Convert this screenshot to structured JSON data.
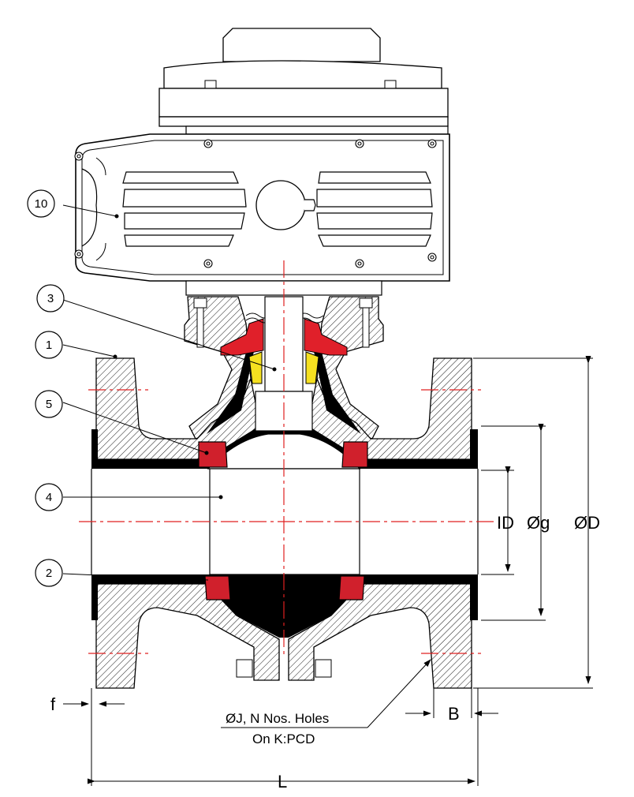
{
  "balloons": [
    {
      "id": "b10",
      "label": "10"
    },
    {
      "id": "b3",
      "label": "3"
    },
    {
      "id": "b1",
      "label": "1"
    },
    {
      "id": "b5",
      "label": "5"
    },
    {
      "id": "b4",
      "label": "4"
    },
    {
      "id": "b2",
      "label": "2"
    }
  ],
  "dimensions": {
    "id": "ID",
    "g": "Øg",
    "d": "ØD",
    "f": "f",
    "b": "B",
    "l": "L"
  },
  "holes_note": {
    "line1": "ØJ, N Nos. Holes",
    "line2": "On K:PCD"
  },
  "colors": {
    "liner": "#000000",
    "seat_red": "#d0202c",
    "seal_red": "#e0202a",
    "seal_yellow": "#f5e020",
    "centerline": "#e02020",
    "hatch": "#000000"
  }
}
